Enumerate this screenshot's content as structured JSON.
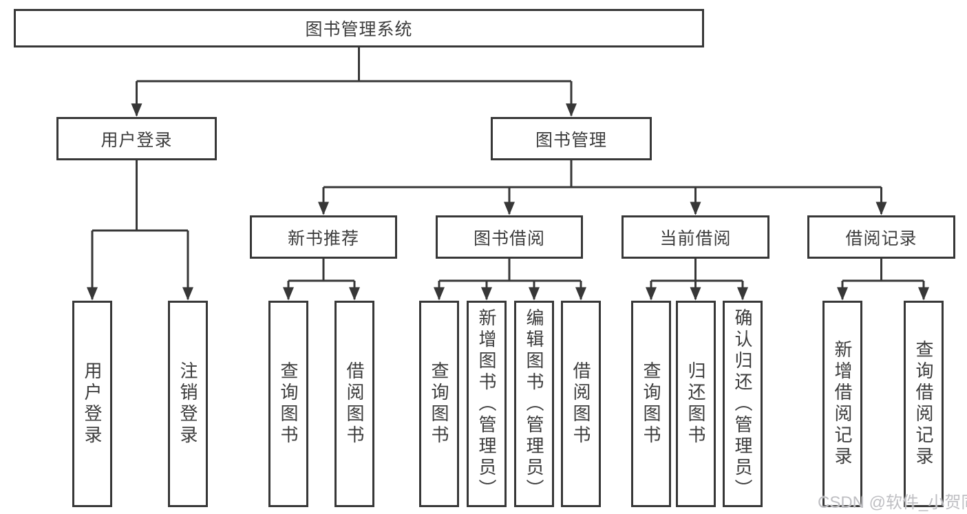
{
  "diagram": {
    "type": "org-chart",
    "title": "图书管理系统",
    "colors": {
      "line": "#373737",
      "box_border": "#373737",
      "text": "#3c3c3c",
      "background": "#ffffff",
      "watermark": "#bfbfc3"
    },
    "root": {
      "label": "图书管理系统"
    },
    "level2": [
      {
        "label": "用户登录"
      },
      {
        "label": "图书管理"
      }
    ],
    "level3": [
      {
        "label": "新书推荐",
        "parent": "图书管理"
      },
      {
        "label": "图书借阅",
        "parent": "图书管理"
      },
      {
        "label": "当前借阅",
        "parent": "图书管理"
      },
      {
        "label": "借阅记录",
        "parent": "图书管理"
      }
    ],
    "leaves": {
      "login": [
        {
          "label": "用户登录"
        },
        {
          "label": "注销登录"
        }
      ],
      "newbook": [
        {
          "label": "查询图书"
        },
        {
          "label": "借阅图书"
        }
      ],
      "borrow": [
        {
          "label": "查询图书"
        },
        {
          "label": "新增图书（管理员）"
        },
        {
          "label": "编辑图书（管理员）"
        },
        {
          "label": "借阅图书"
        }
      ],
      "current": [
        {
          "label": "查询图书"
        },
        {
          "label": "归还图书"
        },
        {
          "label": "确认归还（管理员）"
        }
      ],
      "records": [
        {
          "label": "新增借阅记录"
        },
        {
          "label": "查询借阅记录"
        }
      ]
    },
    "watermark": "CSDN @软件_小贺同学"
  }
}
